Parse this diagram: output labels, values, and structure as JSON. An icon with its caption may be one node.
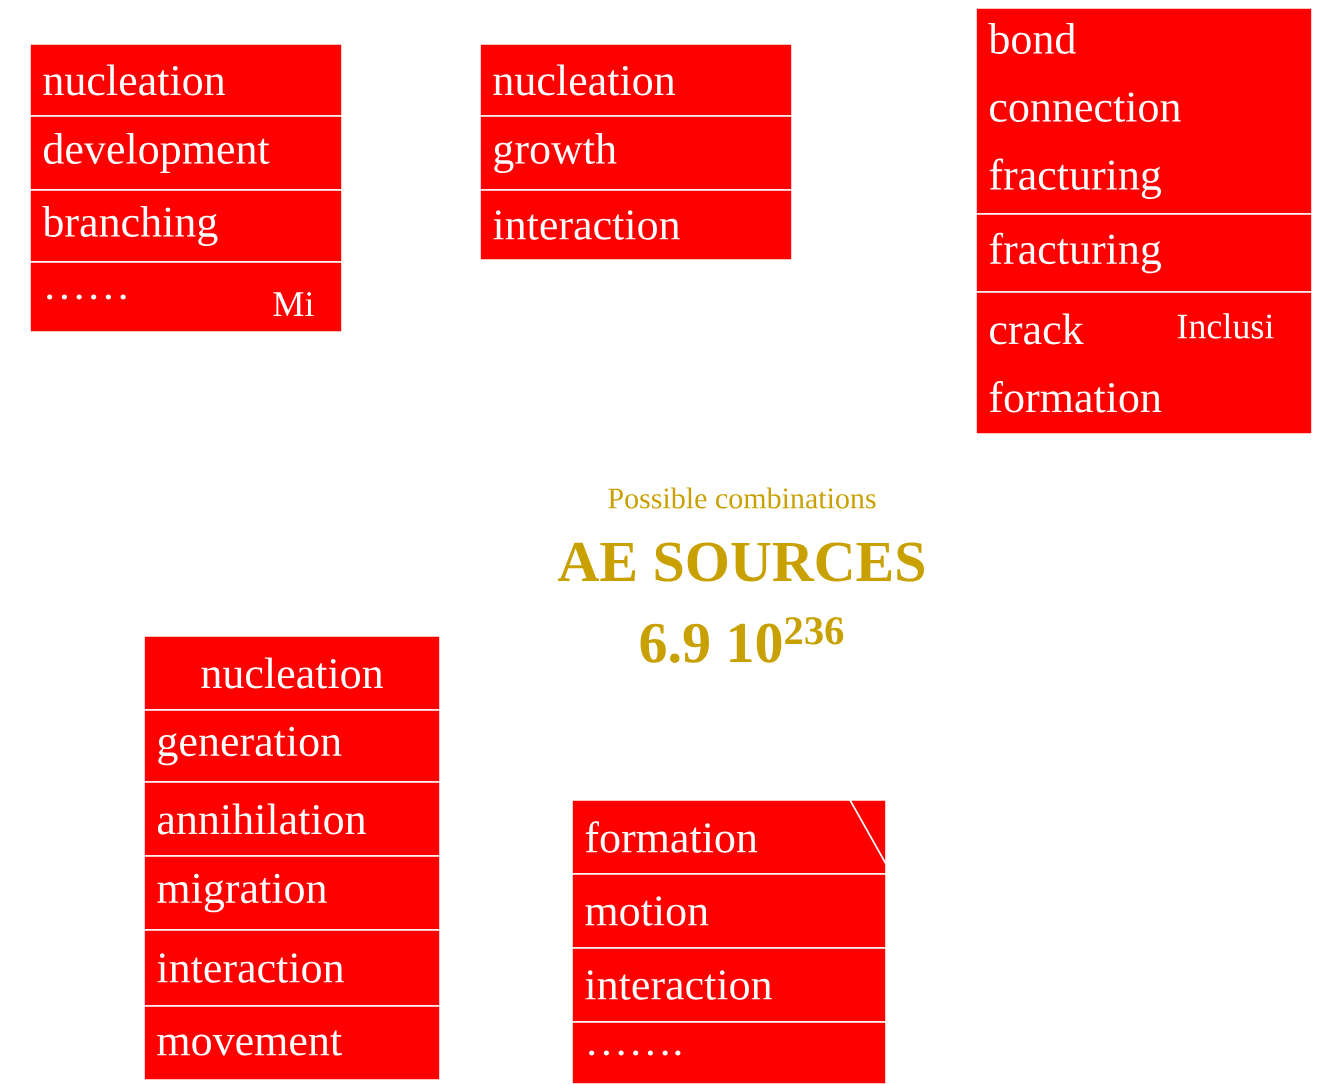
{
  "diagram": {
    "nodes": [
      {
        "text": [
          "nucleation"
        ]
      },
      {
        "text": [
          "development"
        ]
      },
      {
        "text": [
          "branching"
        ]
      },
      {
        "text": [
          "……"
        ]
      },
      {
        "text": [
          "nucleation"
        ]
      },
      {
        "text": [
          "growth"
        ]
      },
      {
        "text": [
          "interaction"
        ]
      },
      {
        "text": [
          "bond connection fracturing"
        ]
      },
      {
        "text": [
          "fracturing"
        ]
      },
      {
        "text": [
          "crack formation"
        ]
      },
      {
        "text": [
          "nucleation"
        ]
      },
      {
        "text": [
          "generation"
        ]
      },
      {
        "text": [
          "annihilation"
        ]
      },
      {
        "text": [
          "migration"
        ]
      },
      {
        "text": [
          "interaction"
        ]
      },
      {
        "text": [
          "movement"
        ]
      },
      {
        "text": [
          "formation"
        ]
      },
      {
        "text": [
          "motion"
        ]
      },
      {
        "text": [
          "interaction"
        ]
      },
      {
        "text": [
          "……."
        ]
      }
    ],
    "labels": [
      "Possible combinations",
      "AE SOURCES",
      "6.9 10$^{236}$",
      "Mi",
      "Inclusi"
    ]
  }
}
